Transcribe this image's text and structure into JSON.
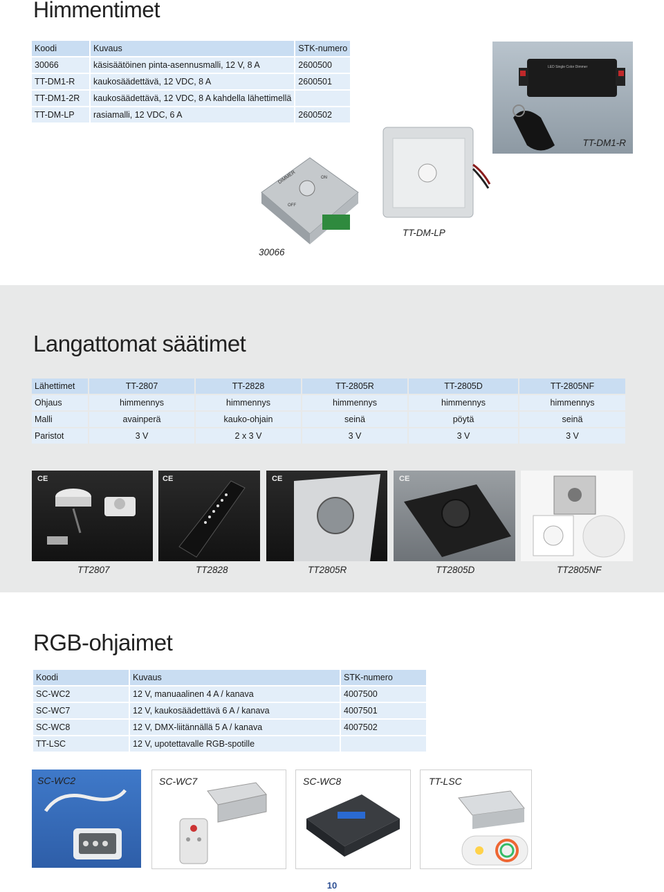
{
  "section1": {
    "title": "Himmentimet",
    "headers": [
      "Koodi",
      "Kuvaus",
      "STK-numero"
    ],
    "rows": [
      [
        "30066",
        "käsisäätöinen pinta-asennusmalli, 12 V, 8 A",
        "2600500"
      ],
      [
        "TT-DM1-R",
        "kaukosäädettävä, 12 VDC, 8 A",
        "2600501"
      ],
      [
        "TT-DM1-2R",
        "kaukosäädettävä, 12 VDC, 8 A kahdella lähettimellä",
        ""
      ],
      [
        "TT-DM-LP",
        "rasiamalli, 12 VDC, 6 A",
        "2600502"
      ]
    ],
    "captions": {
      "remote_dimmer": "TT-DM1-R",
      "box_dimmer": "TT-DM-LP",
      "manual_dimmer": "30066"
    },
    "device_labels": {
      "dimmer": "DIMMER",
      "off": "OFF",
      "on": "ON",
      "led_unit": "LED Single Color Dimmer"
    }
  },
  "section2": {
    "title": "Langattomat säätimet",
    "rows": [
      [
        "Lähettimet",
        "TT-2807",
        "TT-2828",
        "TT-2805R",
        "TT-2805D",
        "TT-2805NF"
      ],
      [
        "Ohjaus",
        "himmennys",
        "himmennys",
        "himmennys",
        "himmennys",
        "himmennys"
      ],
      [
        "Malli",
        "avainperä",
        "kauko-ohjain",
        "seinä",
        "pöytä",
        "seinä"
      ],
      [
        "Paristot",
        "3 V",
        "2 x 3 V",
        "3 V",
        "3 V",
        "3 V"
      ]
    ],
    "captions": [
      "TT2807",
      "TT2828",
      "TT2805R",
      "TT2805D",
      "TT2805NF"
    ],
    "ce_mark": "CE"
  },
  "section3": {
    "title": "RGB-ohjaimet",
    "headers": [
      "Koodi",
      "Kuvaus",
      "STK-numero"
    ],
    "rows": [
      [
        "SC-WC2",
        "12 V, manuaalinen 4 A / kanava",
        "4007500"
      ],
      [
        "SC-WC7",
        "12 V, kaukosäädettävä 6 A / kanava",
        "4007501"
      ],
      [
        "SC-WC8",
        "12 V, DMX-liitännällä 5 A / kanava",
        "4007502"
      ],
      [
        "TT-LSC",
        "12 V, upotettavalle RGB-spotille",
        ""
      ]
    ],
    "captions": [
      "SC-WC2",
      "SC-WC7",
      "SC-WC8",
      "TT-LSC"
    ]
  },
  "page_number": "10",
  "colors": {
    "table_head": "#c9ddf2",
    "table_body": "#e3eef9",
    "band": "#e8e9e9",
    "page_number": "#2d4f93"
  }
}
